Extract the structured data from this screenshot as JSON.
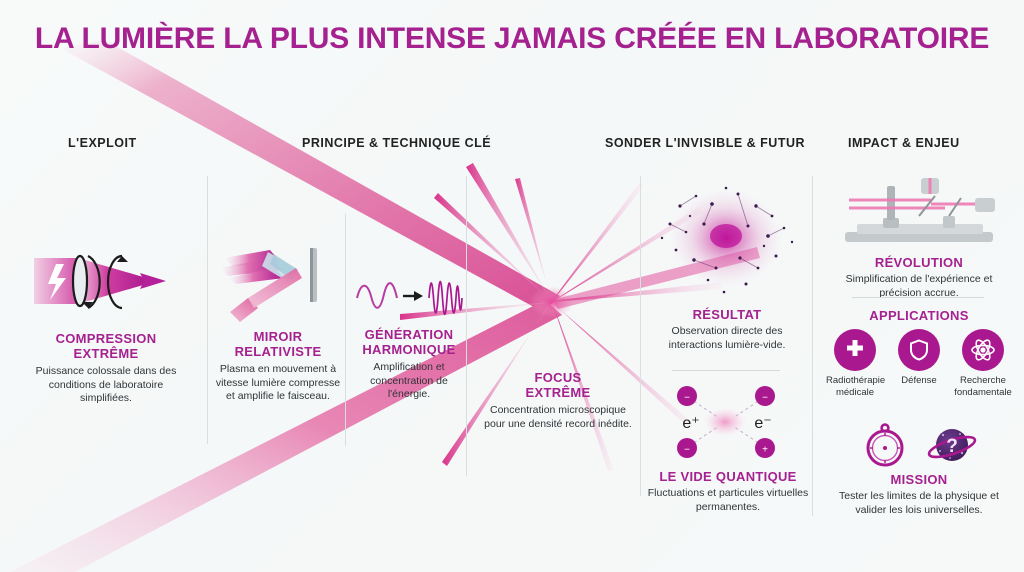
{
  "title": "LA LUMIÈRE LA PLUS INTENSE JAMAIS CRÉÉE EN LABORATOIRE",
  "colors": {
    "title": "#a5218f",
    "heading": "#a5218f",
    "beam": "#e06aa8",
    "icon_fill": "#a9188f",
    "background": "#f7f9f9",
    "divider": "#d9dede"
  },
  "sections": [
    {
      "id": "exploit",
      "label": "L'EXPLOIT"
    },
    {
      "id": "principe",
      "label": "PRINCIPE & TECHNIQUE CLÉ"
    },
    {
      "id": "sonder",
      "label": "SONDER L'INVISIBLE & FUTUR"
    },
    {
      "id": "impact",
      "label": "IMPACT & ENJEU"
    }
  ],
  "cards": {
    "compression": {
      "heading_line1": "COMPRESSION",
      "heading_line2": "EXTRÊME",
      "body": "Puissance colossale dans des conditions de laboratoire simplifiées.",
      "icon": "lightning-cone-icon"
    },
    "miroir": {
      "heading_line1": "MIROIR",
      "heading_line2": "RELATIVISTE",
      "body": "Plasma en mouvement à vitesse lumière compresse et amplifie le faisceau.",
      "icon": "plasma-mirror-icon"
    },
    "harmonique": {
      "heading_line1": "GÉNÉRATION",
      "heading_line2": "HARMONIQUE",
      "body": "Amplification et concentration de l'énergie.",
      "icon": "waveform-conversion-icon"
    },
    "focus": {
      "heading_line1": "FOCUS",
      "heading_line2": "EXTRÊME",
      "body": "Concentration microscopique pour une densité record inédite.",
      "icon": "beam-convergence-icon"
    },
    "resultat": {
      "heading_line1": "RÉSULTAT",
      "body": "Observation directe des interactions lumière-vide.",
      "icon": "plasma-burst-icon"
    },
    "vide": {
      "heading_line1": "LE VIDE QUANTIQUE",
      "body": "Fluctuations et particules virtuelles permanentes.",
      "icon": "particle-pair-icon",
      "particles": [
        "e⁺",
        "e⁻"
      ],
      "charges": [
        "−",
        "−",
        "−",
        "+"
      ]
    },
    "revolution": {
      "heading_line1": "RÉVOLUTION",
      "body": "Simplification de l'expérience et précision accrue.",
      "icon": "optical-bench-icon"
    },
    "applications": {
      "heading_line1": "APPLICATIONS",
      "items": [
        {
          "label": "Radiothérapie médicale",
          "icon": "medical-cross-icon"
        },
        {
          "label": "Défense",
          "icon": "shield-icon"
        },
        {
          "label": "Recherche fondamentale",
          "icon": "atom-icon"
        }
      ]
    },
    "mission": {
      "heading_line1": "MISSION",
      "body": "Tester les limites de la physique et valider les lois universelles.",
      "icons": [
        "compass-icon",
        "planet-question-icon"
      ],
      "planet_symbol": "?"
    }
  }
}
